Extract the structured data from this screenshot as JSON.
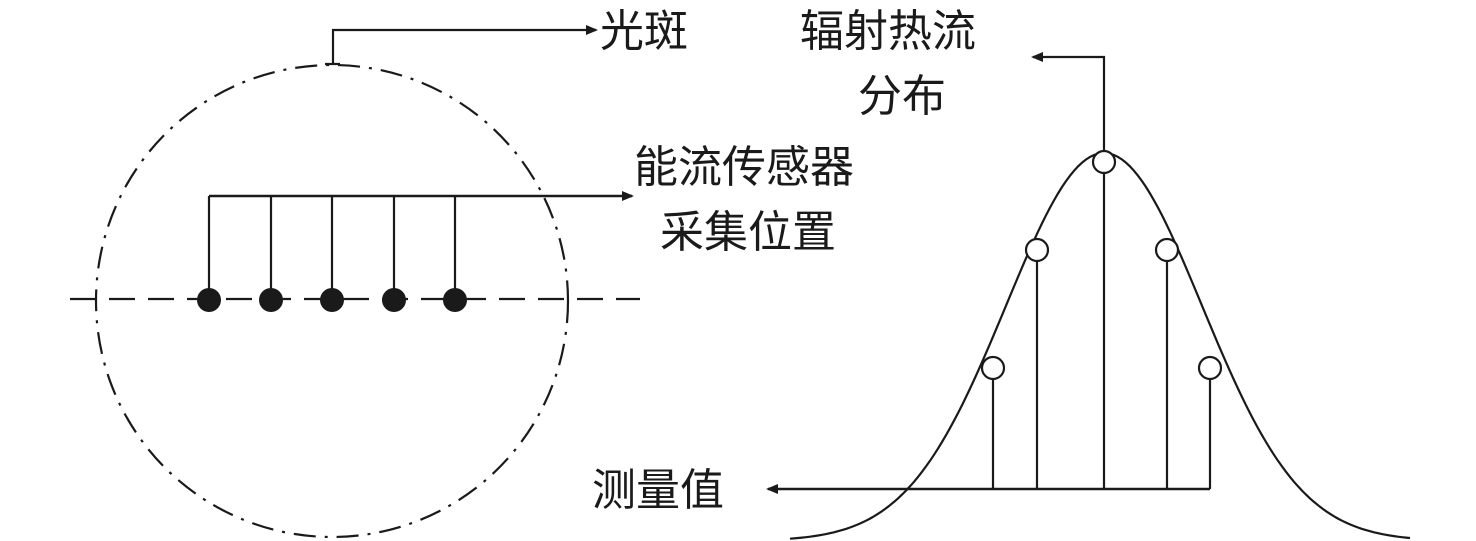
{
  "labels": {
    "light_spot": "光斑",
    "heat_flux_line1": "辐射热流",
    "heat_flux_line2": "分布",
    "sensor_line1": "能流传感器",
    "sensor_line2": "采集位置",
    "measured_value": "测量值"
  },
  "colors": {
    "stroke": "#1a1a1a",
    "background": "#ffffff"
  }
}
